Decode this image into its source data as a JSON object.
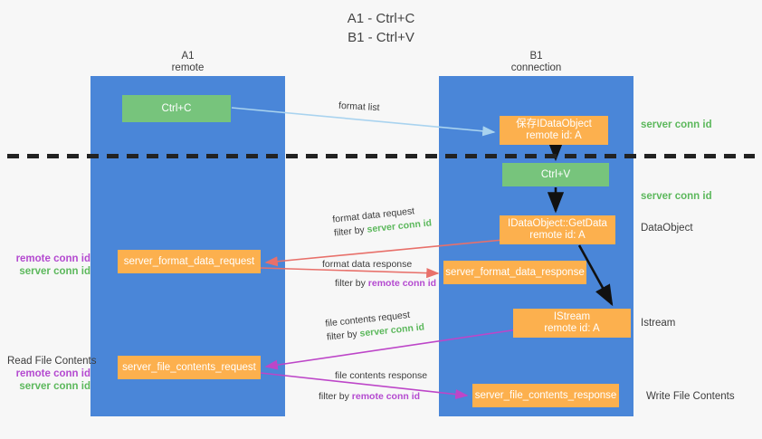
{
  "title": {
    "line1": "A1 - Ctrl+C",
    "line2": "B1 - Ctrl+V"
  },
  "lanes": {
    "a": {
      "name": "A1",
      "role": "remote"
    },
    "b": {
      "name": "B1",
      "role": "connection"
    }
  },
  "boxes": {
    "ctrl_c": "Ctrl+C",
    "ctrl_v": "Ctrl+V",
    "idataobject_l1": "保存IDataObject",
    "idataobject_l2": "remote id: A",
    "getdata_l1": "IDataObject::GetData",
    "getdata_l2": "remote id: A",
    "istream_l1": "IStream",
    "istream_l2": "remote id: A",
    "server_format_data_request": "server_format_data_request",
    "server_format_data_response": "server_format_data_response",
    "server_file_contents_request": "server_file_contents_request",
    "server_file_contents_response": "server_file_contents_response"
  },
  "side_labels": {
    "server_conn_id_top": "server conn id",
    "server_conn_id_mid": "server conn id",
    "dataobject": "DataObject",
    "istream": "Istream",
    "write_file_contents": "Write File Contents",
    "read_file_contents": "Read File Contents",
    "remote_conn_id": "remote conn id",
    "server_conn_id": "server conn id"
  },
  "annotations": {
    "format_list": "format list",
    "format_data_request": "format data request",
    "format_data_response": "format data response",
    "file_contents_request": "file contents request",
    "file_contents_response": "file contents response",
    "filter_by": "filter by",
    "server_conn_id": "server conn id",
    "remote_conn_id": "remote conn id"
  },
  "colors": {
    "lane": "#4a86d8",
    "green_box": "#77c47c",
    "orange_box": "#fcb04e",
    "server_conn_id": "#5cb85c",
    "remote_conn_id": "#b44ad0",
    "arrow_format_list": "#a9d3ef",
    "arrow_format_data": "#e8706a",
    "arrow_file_contents": "#bd46c8",
    "arrow_flow": "#111111",
    "background": "#f7f7f7"
  }
}
